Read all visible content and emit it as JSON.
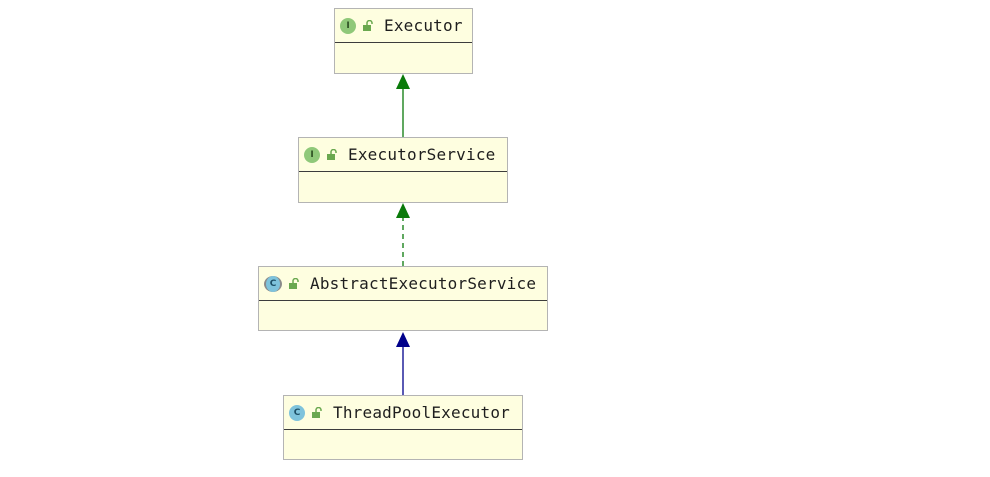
{
  "diagram": {
    "nodes": [
      {
        "id": "executor",
        "name": "Executor",
        "kind": "interface",
        "badge": "I"
      },
      {
        "id": "executor-service",
        "name": "ExecutorService",
        "kind": "interface",
        "badge": "I"
      },
      {
        "id": "abstract-executor-service",
        "name": "AbstractExecutorService",
        "kind": "abstract class",
        "badge": "C"
      },
      {
        "id": "thread-pool-executor",
        "name": "ThreadPoolExecutor",
        "kind": "class",
        "badge": "C"
      }
    ],
    "edges": [
      {
        "from": "executor-service",
        "to": "executor",
        "type": "extends",
        "style": "solid",
        "color": "#0a7a0a"
      },
      {
        "from": "abstract-executor-service",
        "to": "executor-service",
        "type": "implements",
        "style": "dashed",
        "color": "#0a7a0a"
      },
      {
        "from": "thread-pool-executor",
        "to": "abstract-executor-service",
        "type": "extends",
        "style": "solid",
        "color": "#00008b"
      }
    ],
    "colors": {
      "node_fill": "#fefee0",
      "interface_badge": "#8fc879",
      "class_badge": "#7ec3dc",
      "visibility_icon": "#6aa84f"
    },
    "icons": [
      "interface-icon",
      "class-icon",
      "abstract-class-icon",
      "public-lock-icon"
    ]
  }
}
